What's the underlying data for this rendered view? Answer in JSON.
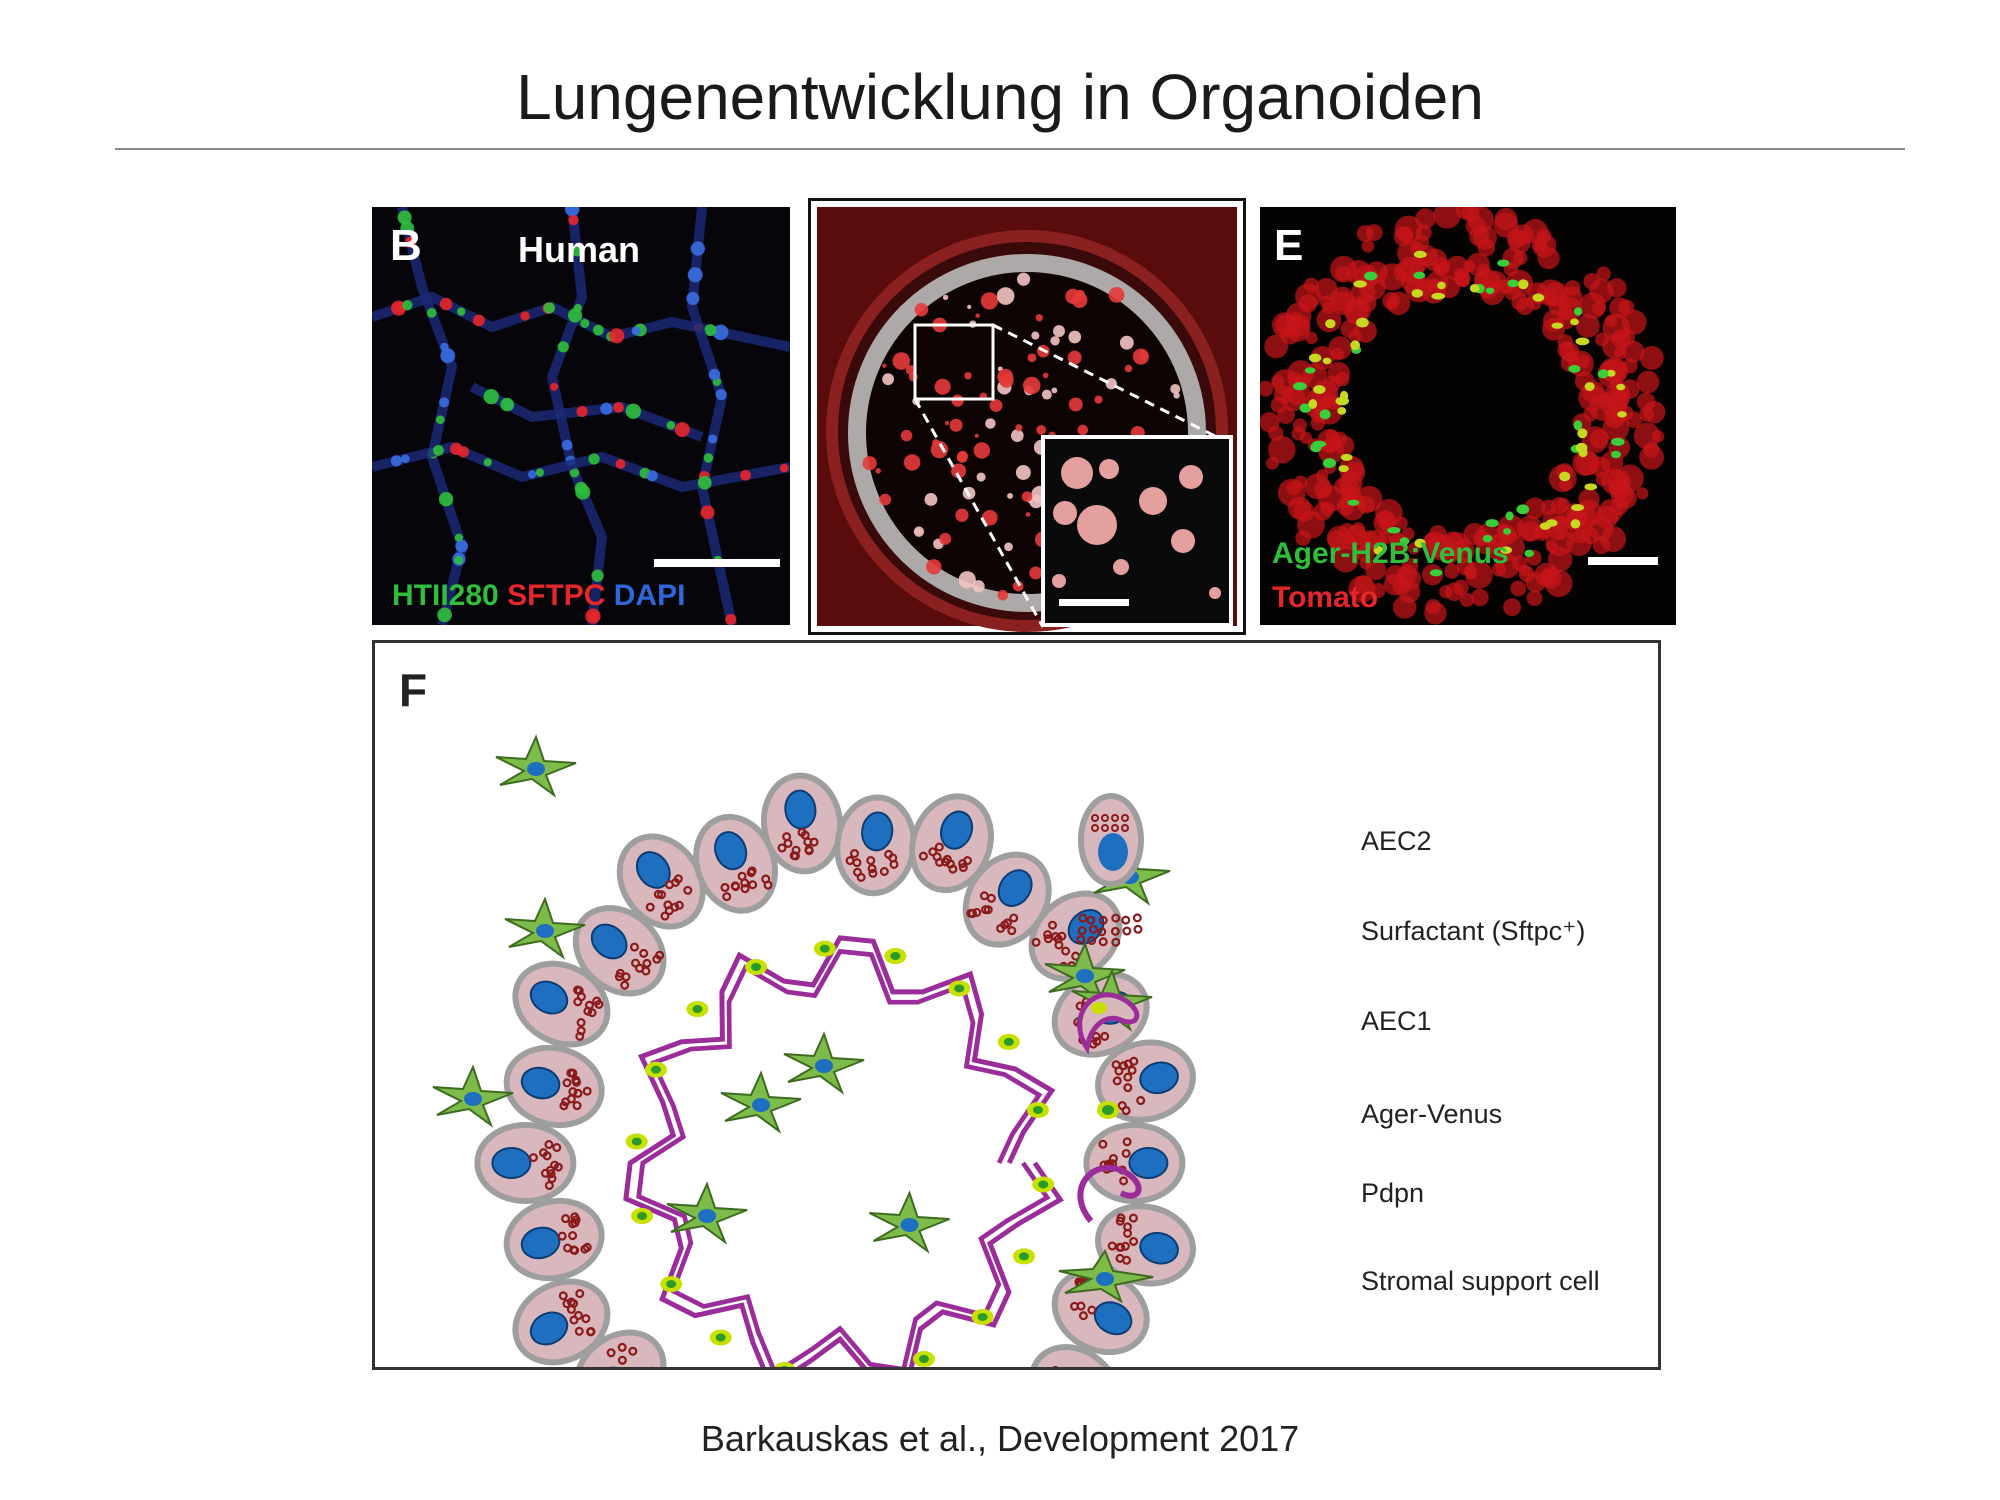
{
  "slide": {
    "title": "Lungenentwicklung in Organoiden",
    "citation": "Barkauskas et al., Development 2017"
  },
  "panel_b": {
    "letter": "B",
    "species": "Human",
    "stains": [
      {
        "text": "HTII280",
        "color": "#2fbf3a"
      },
      {
        "text": "SFTPC",
        "color": "#e8262a"
      },
      {
        "text": "DAPI",
        "color": "#2f67d9"
      }
    ]
  },
  "panel_e": {
    "letter": "E",
    "stains": [
      {
        "text": "Ager-H2B:Venus",
        "color": "#2fbf3a"
      },
      {
        "text": "Tomato",
        "color": "#e8262a"
      }
    ]
  },
  "panel_f": {
    "letter": "F",
    "legend": [
      {
        "label": "AEC2",
        "icon": "aec2-cell-icon"
      },
      {
        "label": "Surfactant (Sftpc⁺)",
        "icon": "surfactant-icon"
      },
      {
        "label": "AEC1",
        "icon": "aec1-cell-icon"
      },
      {
        "label": "Ager-Venus",
        "icon": "ager-venus-dot-icon"
      },
      {
        "label": "Pdpn",
        "icon": "pdpn-membrane-icon"
      },
      {
        "label": "Stromal support cell",
        "icon": "stromal-cell-icon"
      }
    ]
  },
  "colors": {
    "aec2_fill": "#d9b8bd",
    "aec2_edge": "#9e9e9e",
    "nucleus": "#1f6fc0",
    "surfactant": "#8b1a1a",
    "aec1_membrane": "#9b2d9b",
    "venus": "#c8e000",
    "stromal": "#7dbb4a"
  }
}
